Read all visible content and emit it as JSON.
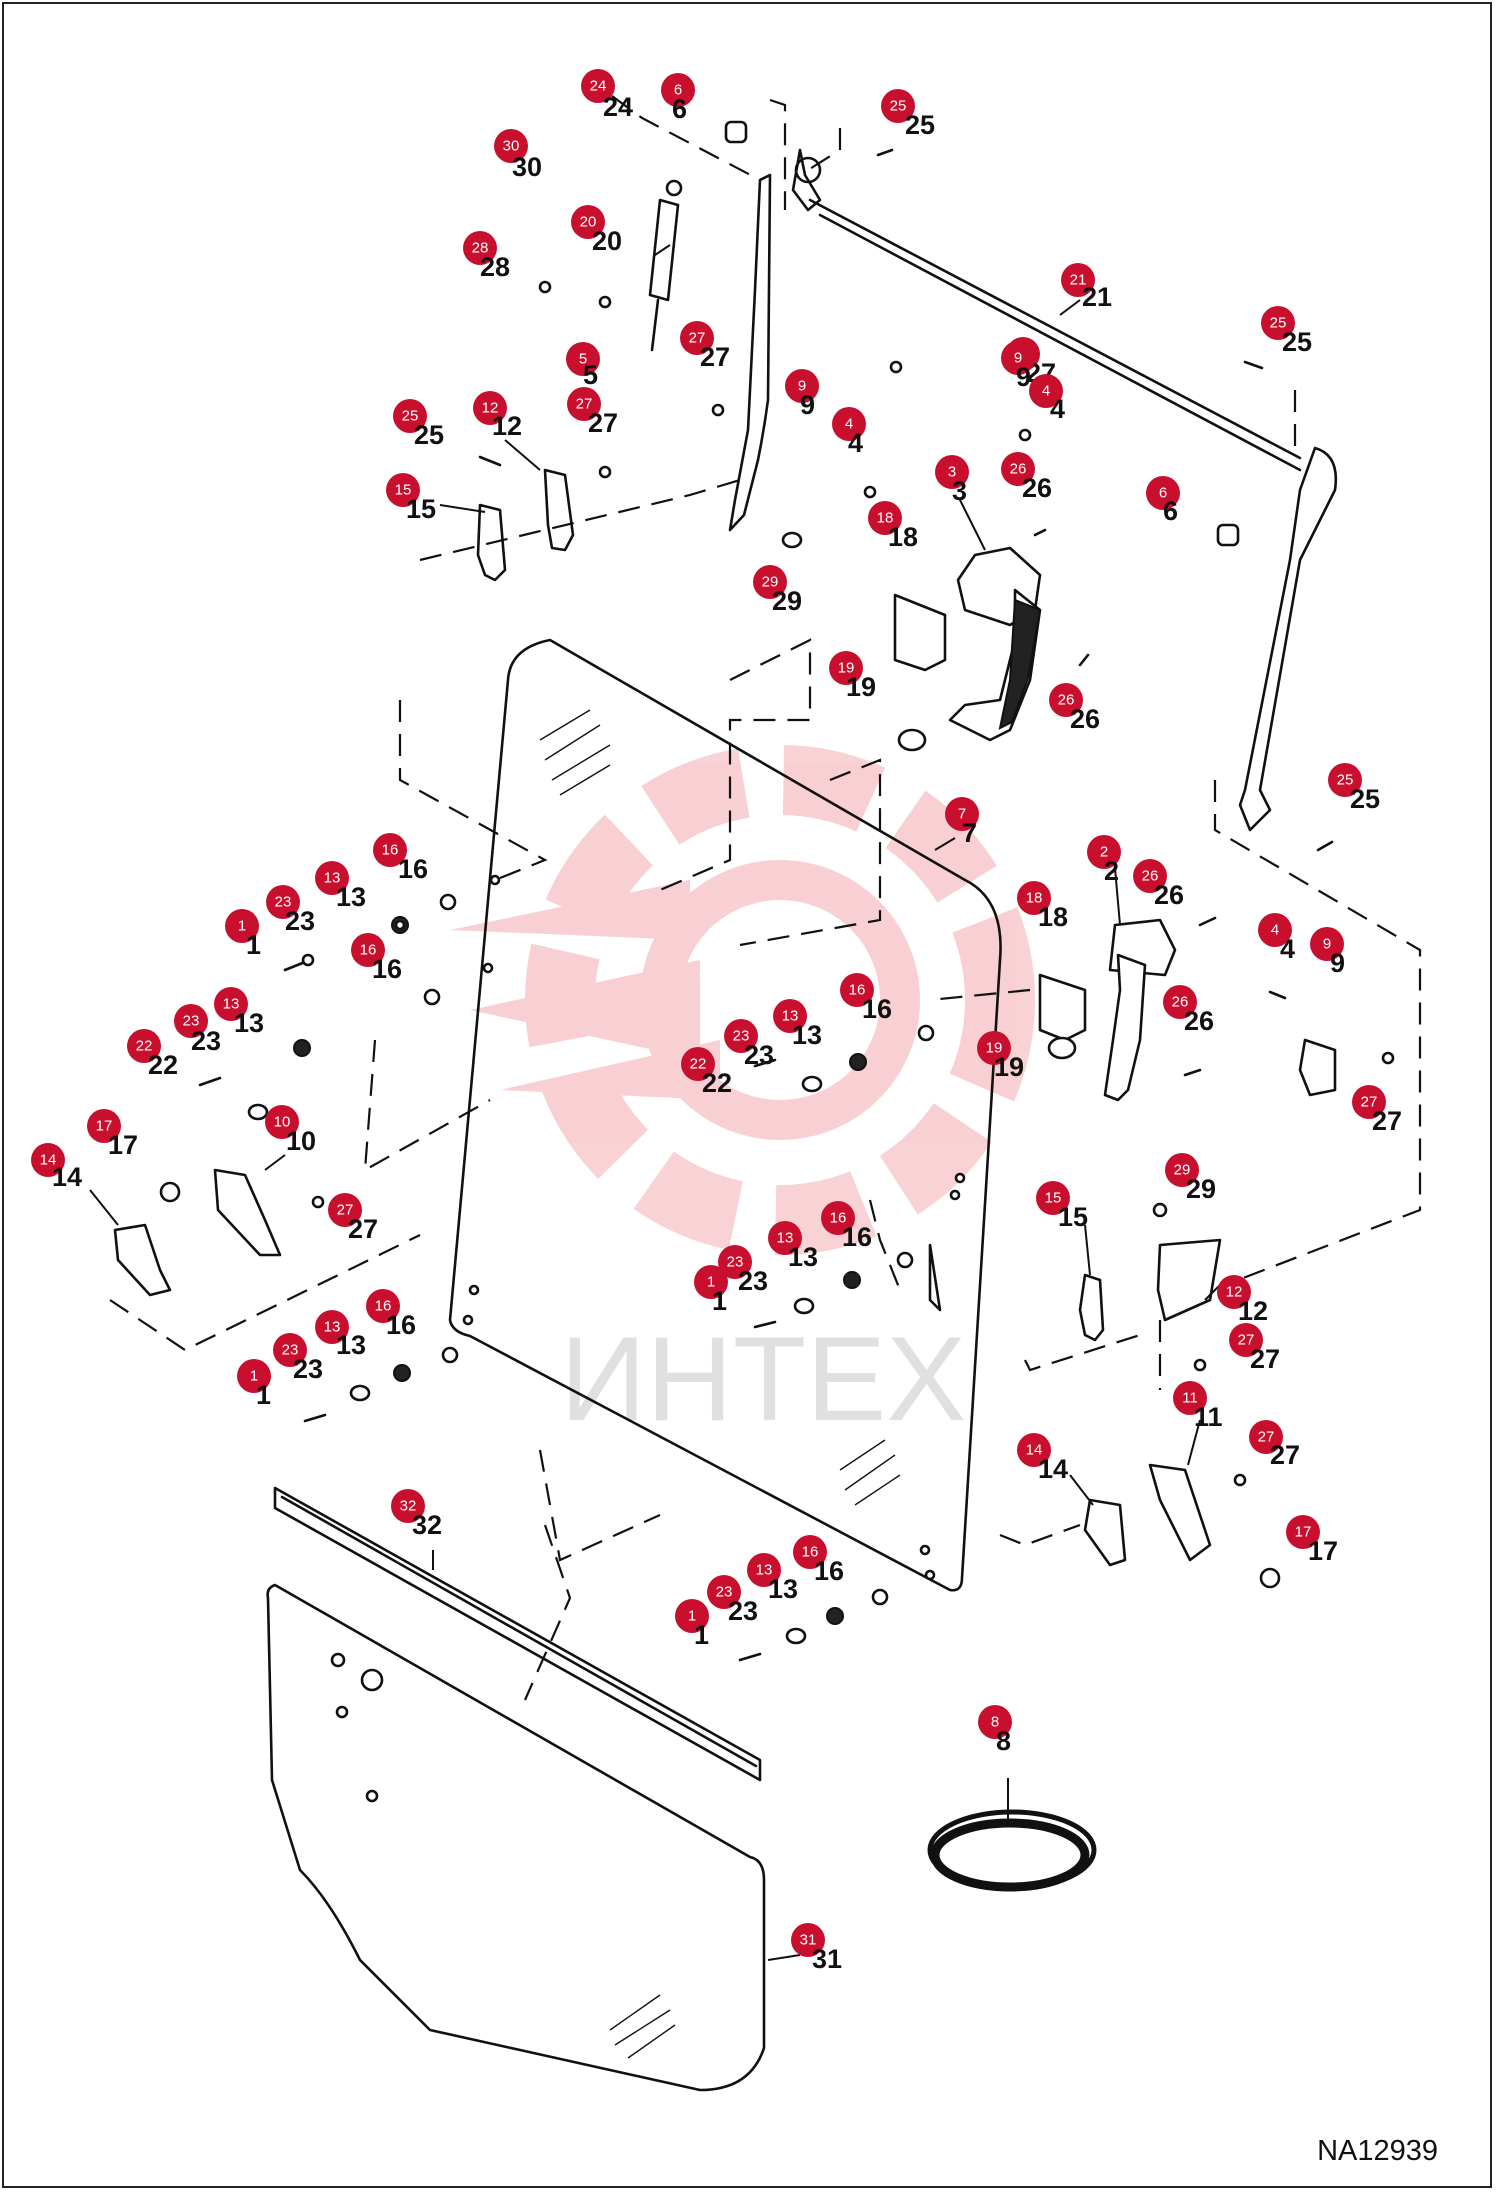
{
  "diagram_code": "NA12939",
  "watermark": "ИНТЕХ",
  "accent_color": "#c8102e",
  "callouts": [
    {
      "id": "c-24",
      "num": "24"
    },
    {
      "id": "c-30",
      "num": "30"
    },
    {
      "id": "c-6a",
      "num": "6"
    },
    {
      "id": "c-25a",
      "num": "25"
    },
    {
      "id": "c-20",
      "num": "20"
    },
    {
      "id": "c-21",
      "num": "21"
    },
    {
      "id": "c-28",
      "num": "28"
    },
    {
      "id": "c-27a",
      "num": "27"
    },
    {
      "id": "c-25b",
      "num": "25"
    },
    {
      "id": "c-5",
      "num": "5"
    },
    {
      "id": "c-27b",
      "num": "27"
    },
    {
      "id": "c-9a",
      "num": "9"
    },
    {
      "id": "c-4a",
      "num": "4"
    },
    {
      "id": "c-9b",
      "num": "9"
    },
    {
      "id": "c-4b",
      "num": "4"
    },
    {
      "id": "c-25c",
      "num": "25"
    },
    {
      "id": "c-12a",
      "num": "12"
    },
    {
      "id": "c-27c",
      "num": "27"
    },
    {
      "id": "c-3",
      "num": "3"
    },
    {
      "id": "c-26a",
      "num": "26"
    },
    {
      "id": "c-6b",
      "num": "6"
    },
    {
      "id": "c-15a",
      "num": "15"
    },
    {
      "id": "c-18a",
      "num": "18"
    },
    {
      "id": "c-29a",
      "num": "29"
    },
    {
      "id": "c-19a",
      "num": "19"
    },
    {
      "id": "c-26b",
      "num": "26"
    },
    {
      "id": "c-25d",
      "num": "25"
    },
    {
      "id": "c-7",
      "num": "7"
    },
    {
      "id": "c-16a",
      "num": "16"
    },
    {
      "id": "c-13a",
      "num": "13"
    },
    {
      "id": "c-23a",
      "num": "23"
    },
    {
      "id": "c-1a",
      "num": "1"
    },
    {
      "id": "c-16b",
      "num": "16"
    },
    {
      "id": "c-2",
      "num": "2"
    },
    {
      "id": "c-26c",
      "num": "26"
    },
    {
      "id": "c-18b",
      "num": "18"
    },
    {
      "id": "c-4c",
      "num": "4"
    },
    {
      "id": "c-9c",
      "num": "9"
    },
    {
      "id": "c-23b",
      "num": "23"
    },
    {
      "id": "c-13b",
      "num": "13"
    },
    {
      "id": "c-22a",
      "num": "22"
    },
    {
      "id": "c-16c",
      "num": "16"
    },
    {
      "id": "c-13c",
      "num": "13"
    },
    {
      "id": "c-23c",
      "num": "23"
    },
    {
      "id": "c-22b",
      "num": "22"
    },
    {
      "id": "c-26d",
      "num": "26"
    },
    {
      "id": "c-19b",
      "num": "19"
    },
    {
      "id": "c-27d",
      "num": "27"
    },
    {
      "id": "c-17a",
      "num": "17"
    },
    {
      "id": "c-10",
      "num": "10"
    },
    {
      "id": "c-14a",
      "num": "14"
    },
    {
      "id": "c-27e",
      "num": "27"
    },
    {
      "id": "c-29b",
      "num": "29"
    },
    {
      "id": "c-15b",
      "num": "15"
    },
    {
      "id": "c-16d",
      "num": "16"
    },
    {
      "id": "c-13d",
      "num": "13"
    },
    {
      "id": "c-23d",
      "num": "23"
    },
    {
      "id": "c-1b",
      "num": "1"
    },
    {
      "id": "c-12b",
      "num": "12"
    },
    {
      "id": "c-16e",
      "num": "16"
    },
    {
      "id": "c-13e",
      "num": "13"
    },
    {
      "id": "c-23e",
      "num": "23"
    },
    {
      "id": "c-1c",
      "num": "1"
    },
    {
      "id": "c-27f",
      "num": "27"
    },
    {
      "id": "c-11",
      "num": "11"
    },
    {
      "id": "c-27g",
      "num": "27"
    },
    {
      "id": "c-14b",
      "num": "14"
    },
    {
      "id": "c-17b",
      "num": "17"
    },
    {
      "id": "c-32",
      "num": "32"
    },
    {
      "id": "c-16f",
      "num": "16"
    },
    {
      "id": "c-13f",
      "num": "13"
    },
    {
      "id": "c-23f",
      "num": "23"
    },
    {
      "id": "c-1d",
      "num": "1"
    },
    {
      "id": "c-8",
      "num": "8"
    },
    {
      "id": "c-31",
      "num": "31"
    }
  ]
}
